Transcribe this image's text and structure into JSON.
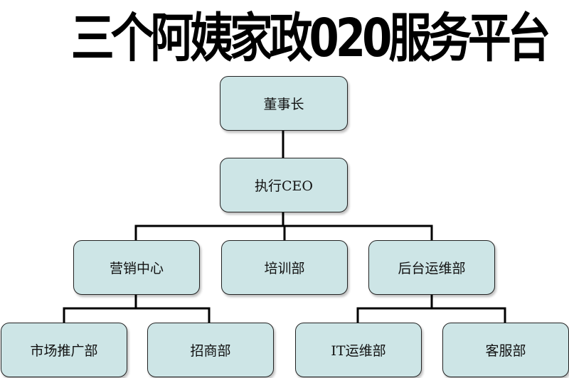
{
  "title": "三个阿姨家政020服务平台",
  "org_chart": {
    "chairman": "董事长",
    "ceo": "执行CEO",
    "departments": {
      "marketing_center": "营销中心",
      "training": "培训部",
      "backend_ops": "后台运维部"
    },
    "sub_departments": {
      "market_promotion": "市场推广部",
      "investment": "招商部",
      "it_ops": "IT运维部",
      "customer_service": "客服部"
    }
  },
  "colors": {
    "node_fill": "#cde5e6",
    "node_border": "#222222",
    "connector": "#000000"
  }
}
